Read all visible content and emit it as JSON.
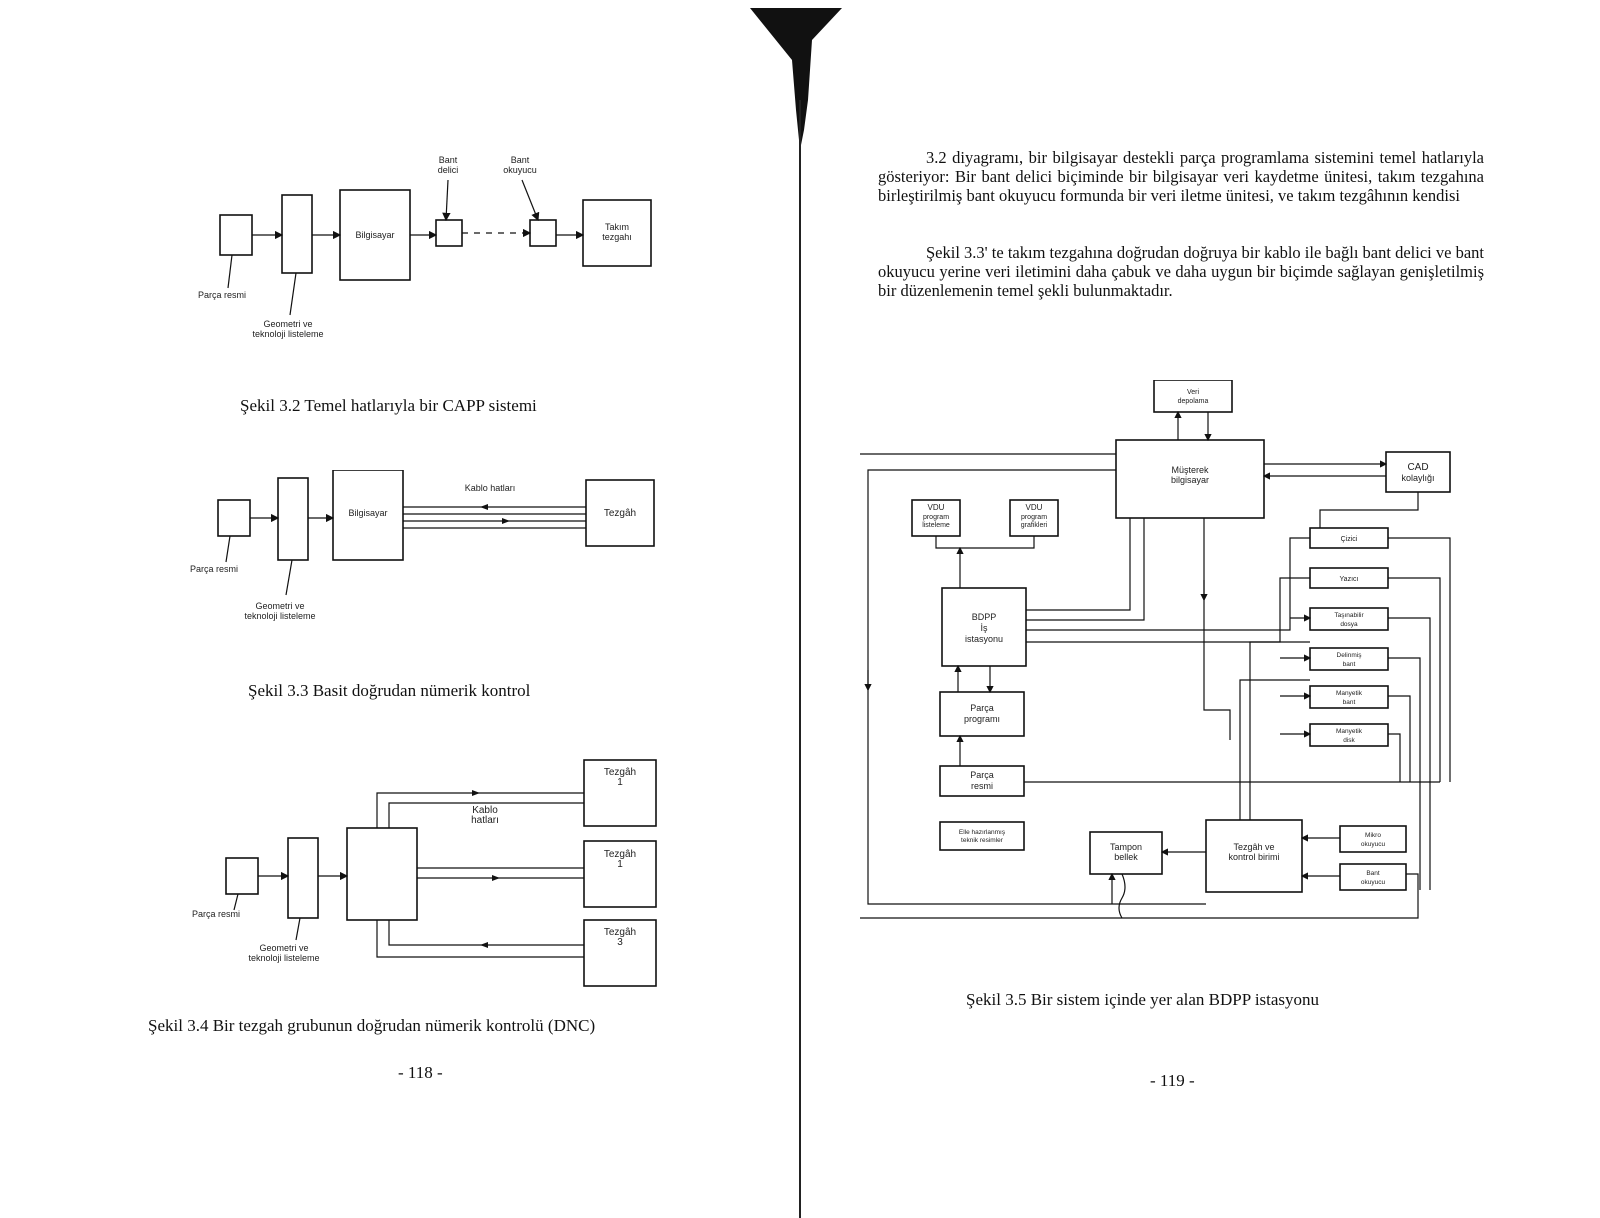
{
  "left_page": {
    "fig32": {
      "parca": "Parça resmi",
      "geo1": "Geometri ve",
      "geo2": "teknoloji listeleme",
      "bilgisayar": "Bilgisayar",
      "bant_delici1": "Bant",
      "bant_delici2": "delici",
      "bant_okuyucu1": "Bant",
      "bant_okuyucu2": "okuyucu",
      "takim1": "Takım",
      "takim2": "tezgahı",
      "caption": "Şekil 3.2 Temel hatlarıyla bir CAPP sistemi"
    },
    "fig33": {
      "parca": "Parça resmi",
      "geo1": "Geometri ve",
      "geo2": "teknoloji listeleme",
      "bilgisayar": "Bilgisayar",
      "kablo": "Kablo hatları",
      "tezgah": "Tezgâh",
      "caption": "Şekil 3.3  Basit doğrudan nümerik kontrol"
    },
    "fig34": {
      "parca": "Parça resmi",
      "geo1": "Geometri ve",
      "geo2": "teknoloji listeleme",
      "kablo1": "Kablo",
      "kablo2": "hatları",
      "t1a": "Tezgâh",
      "t1b": "1",
      "t2a": "Tezgâh",
      "t2b": "1",
      "t3a": "Tezgâh",
      "t3b": "3",
      "caption": "Şekil 3.4  Bir tezgah grubunun doğrudan nümerik kontrolü (DNC)"
    },
    "page_number": "- 118 -"
  },
  "right_page": {
    "para1": "3.2 diyagramı, bir bilgisayar destekli parça programlama sistemini temel hatlarıyla gösteriyor: Bir bant delici biçiminde bir bilgisayar veri kaydetme ünitesi, takım tezgahına birleştirilmiş bant okuyucu formunda bir veri iletme ünitesi, ve takım tezgâhının kendisi",
    "para2": "Şekil 3.3' te takım tezgahına doğrudan doğruya bir kablo ile bağlı bant delici ve bant okuyucu yerine veri iletimini daha çabuk ve daha uygun bir biçimde sağlayan genişletilmiş bir düzenlemenin temel şekli bulunmaktadır.",
    "fig35": {
      "veri1": "Veri",
      "veri2": "depolama",
      "musterek1": "Müşterek",
      "musterek2": "bilgisayar",
      "cad1": "CAD",
      "cad2": "kolaylığı",
      "vdu1a": "VDU",
      "vdu1b": "program",
      "vdu1c": "listeleme",
      "vdu2a": "VDU",
      "vdu2b": "program",
      "vdu2c": "grafikleri",
      "bdpp1": "BDPP",
      "bdpp2": "İş",
      "bdpp3": "istasyonu",
      "program1": "Parça",
      "program2": "programı",
      "resmi1": "Parça",
      "resmi2": "resmi",
      "elle1": "Elle hazırlanmış",
      "elle2": "teknik resimler",
      "tampon1": "Tampon",
      "tampon2": "bellek",
      "tezgah1": "Tezgâh ve",
      "tezgah2": "kontrol birimi",
      "cizici": "Çizici",
      "yazici": "Yazıcı",
      "tasinabilir1": "Taşınabilir",
      "tasinabilir2": "dosya",
      "delinmis1": "Delinmiş",
      "delinmis2": "bant",
      "mbant1": "Manyetik",
      "mbant2": "bant",
      "mdisk1": "Manyetik",
      "mdisk2": "disk",
      "mikro1": "Mikro",
      "mikro2": "okuyucu",
      "bant1": "Bant",
      "bant2": "okuyucu",
      "caption": "Şekil 3.5  Bir sistem içinde yer alan BDPP istasyonu"
    },
    "page_number": "- 119 -"
  }
}
